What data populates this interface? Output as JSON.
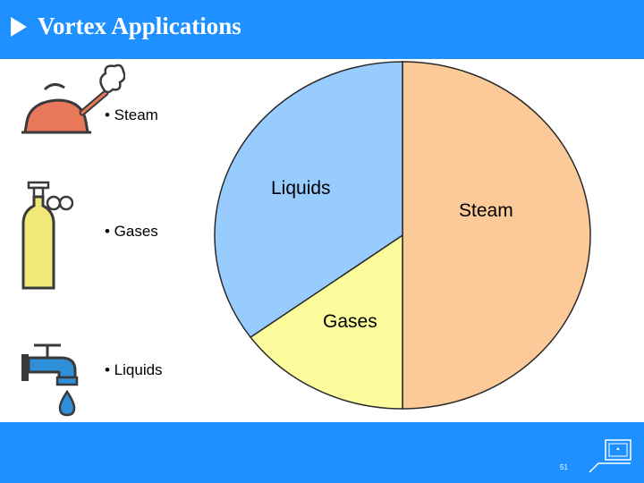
{
  "slide": {
    "title": "Vortex Applications",
    "page_number": "51",
    "accent_color": "#1e90ff"
  },
  "bullets": [
    {
      "label": "• Steam",
      "icon": "kettle-icon"
    },
    {
      "label": "• Gases",
      "icon": "gas-bottle-icon"
    },
    {
      "label": "• Liquids",
      "icon": "faucet-icon"
    }
  ],
  "chart_data": {
    "type": "pie",
    "title": "",
    "slices": [
      {
        "label": "Steam",
        "value": 50,
        "color": "#fcca98"
      },
      {
        "label": "Gases",
        "value": 15,
        "color": "#fdfc9c"
      },
      {
        "label": "Liquids",
        "value": 35,
        "color": "#99ccfe"
      }
    ],
    "legend": "none"
  }
}
